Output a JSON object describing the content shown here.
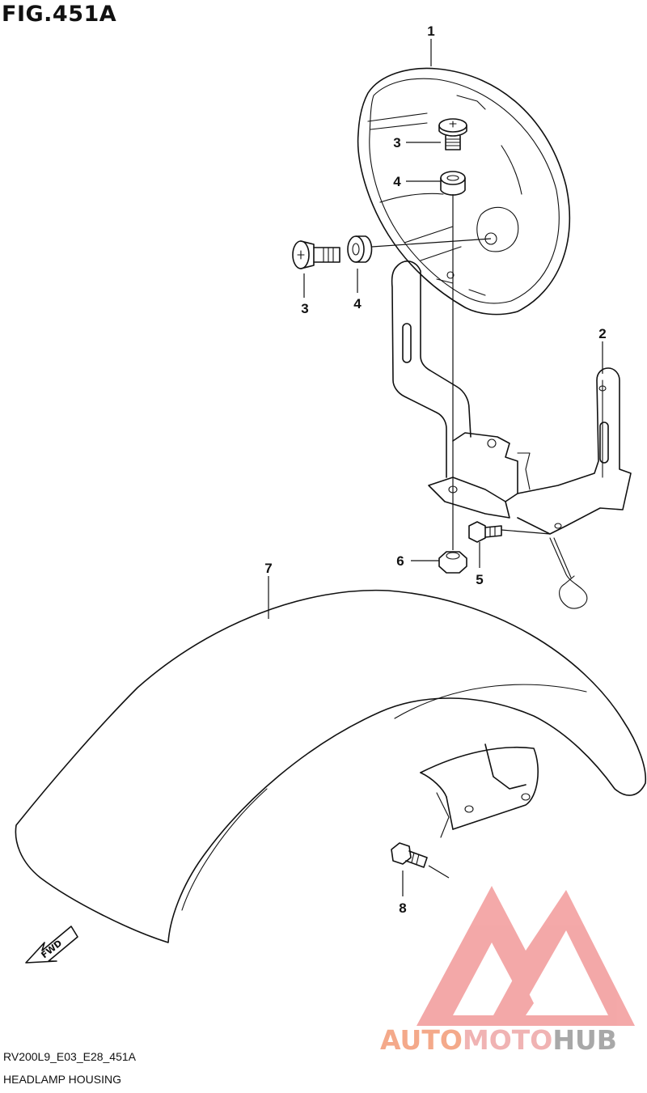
{
  "figure": {
    "title": "FIG.451A",
    "code": "RV200L9_E03_E28_451A",
    "name": "HEADLAMP HOUSING"
  },
  "callouts": [
    {
      "id": "c1",
      "label": "1"
    },
    {
      "id": "c2",
      "label": "2"
    },
    {
      "id": "c3a",
      "label": "3"
    },
    {
      "id": "c3b",
      "label": "3"
    },
    {
      "id": "c4a",
      "label": "4"
    },
    {
      "id": "c4b",
      "label": "4"
    },
    {
      "id": "c5",
      "label": "5"
    },
    {
      "id": "c6",
      "label": "6"
    },
    {
      "id": "c7",
      "label": "7"
    },
    {
      "id": "c8",
      "label": "8"
    }
  ],
  "fwd_arrow": {
    "label": "FWD"
  },
  "watermark": {
    "part1": "AUTO",
    "part2": "MOTO",
    "part3": "HUB",
    "colors": {
      "logo": "#f08c8c",
      "auto": "#f4a98a",
      "moto": "#f0b3b3",
      "hub": "#a8a8a8"
    }
  }
}
